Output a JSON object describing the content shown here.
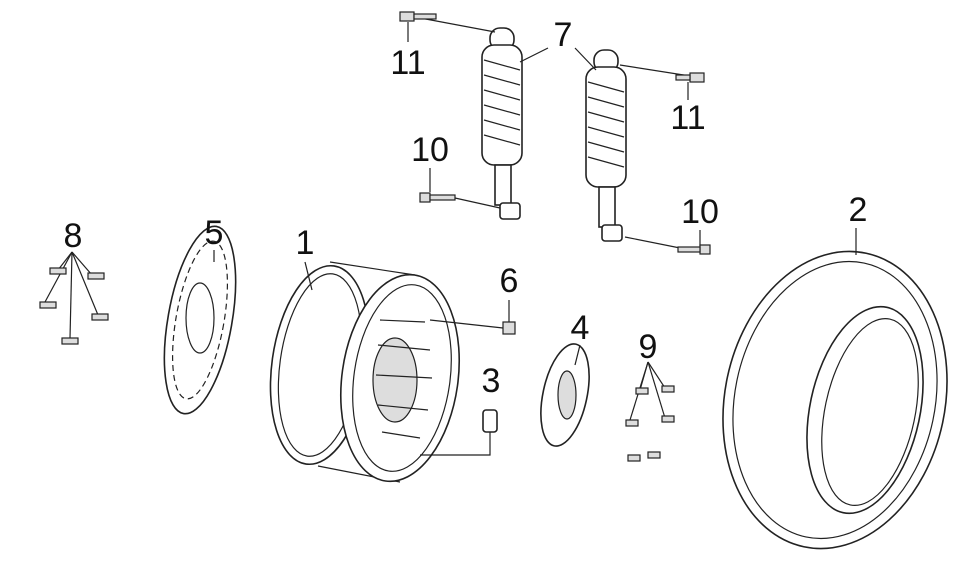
{
  "diagram": {
    "title": "",
    "callouts": [
      {
        "id": "c1",
        "text": "1",
        "part": "wheel-rim"
      },
      {
        "id": "c2",
        "text": "2",
        "part": "tire"
      },
      {
        "id": "c3",
        "text": "3",
        "part": "valve"
      },
      {
        "id": "c4",
        "text": "4",
        "part": "sprocket-hub"
      },
      {
        "id": "c5",
        "text": "5",
        "part": "brake-disc"
      },
      {
        "id": "c6",
        "text": "6",
        "part": "spacer"
      },
      {
        "id": "c7",
        "text": "7",
        "part": "shock-absorber"
      },
      {
        "id": "c8",
        "text": "8",
        "part": "disc-bolts"
      },
      {
        "id": "c9",
        "text": "9",
        "part": "hub-bolts"
      },
      {
        "id": "c10a",
        "text": "10",
        "part": "lower-bolt-left"
      },
      {
        "id": "c10b",
        "text": "10",
        "part": "lower-bolt-right"
      },
      {
        "id": "c11a",
        "text": "11",
        "part": "upper-bolt-left"
      },
      {
        "id": "c11b",
        "text": "11",
        "part": "upper-bolt-right"
      }
    ]
  }
}
